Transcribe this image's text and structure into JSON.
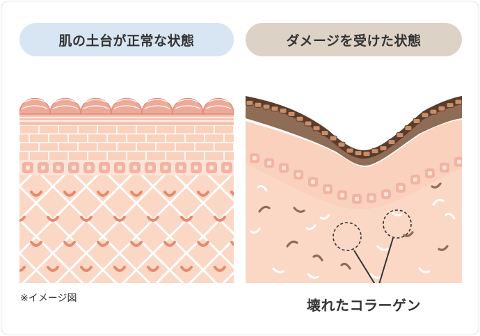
{
  "labels": {
    "normal_state": "肌の土台が正常な状態",
    "damaged_state": "ダメージを受けた状態",
    "note": "※イメージ図",
    "broken_collagen": "壊れたコラーゲン"
  },
  "colors": {
    "normal_pill": "#d7e6f2",
    "damaged_pill": "#ddd2c6",
    "skin_base": "#fbd8c6",
    "skin_layer": "#f6c4ab",
    "horny_layer": "#e6a290",
    "cell_pink": "#f3b3a3",
    "collagen": "#ffffff",
    "damage_brown": "#8f6c55",
    "damage_dark": "#5a3c2b"
  },
  "icons": {
    "collagen_fiber": "collagen-fiber-icon",
    "broken_marker": "dashed-circle-icon"
  }
}
